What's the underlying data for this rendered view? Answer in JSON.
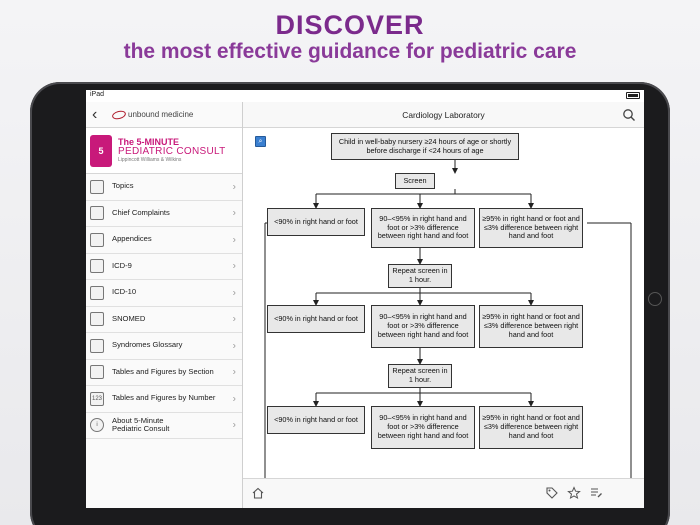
{
  "banner": {
    "headline": "DISCOVER",
    "subline": "the most effective guidance for pediatric care"
  },
  "statusbar": {
    "device": "iPad"
  },
  "sidebar": {
    "logo_text": "unbound medicine",
    "book": {
      "icon_text": "5",
      "title_line1": "The 5-MINUTE",
      "title_line2": "PEDIATRIC CONSULT",
      "publisher": "Lippincott Williams & Wilkins"
    },
    "items": [
      {
        "label": "Topics",
        "icon": "list-icon"
      },
      {
        "label": "Chief Complaints",
        "icon": "speech-bubble-icon"
      },
      {
        "label": "Appendices",
        "icon": "plus-icon"
      },
      {
        "label": "ICD-9",
        "icon": "code-book-icon"
      },
      {
        "label": "ICD-10",
        "icon": "code-book-icon"
      },
      {
        "label": "SNOMED",
        "icon": "code-book-icon"
      },
      {
        "label": "Syndromes Glossary",
        "icon": "glossary-icon"
      },
      {
        "label": "Tables and Figures by Section",
        "icon": "tables-icon"
      },
      {
        "label": "Tables and Figures by Number",
        "icon": "number-icon",
        "glyph": "123"
      },
      {
        "label": "About 5-Minute Pediatric Consult",
        "icon": "info-icon",
        "glyph": "i"
      }
    ]
  },
  "main": {
    "title": "Cardiology Laboratory",
    "flowchart": {
      "start": "Child in well-baby nursery ≥24 hours of age or shortly before discharge if <24 hours of age",
      "screen": "Screen",
      "repeat1": "Repeat screen in 1 hour.",
      "repeat2": "Repeat screen in 1 hour.",
      "row1": [
        "<90% in right hand or foot",
        "90–<95% in right hand and foot or >3% difference between right hand and foot",
        "≥95% in right hand or foot and ≤3% difference between right hand and foot"
      ],
      "row2": [
        "<90% in right hand or foot",
        "90–<95% in right hand and foot or >3% difference between right hand and foot",
        "≥95% in right hand or foot and ≤3% difference between right hand and foot"
      ],
      "row3": [
        "<90% in right hand or foot",
        "90–<95% in right hand and foot or >3% difference between right hand and foot",
        "≥95% in right hand or foot and ≤3% difference between right hand and foot"
      ]
    }
  }
}
